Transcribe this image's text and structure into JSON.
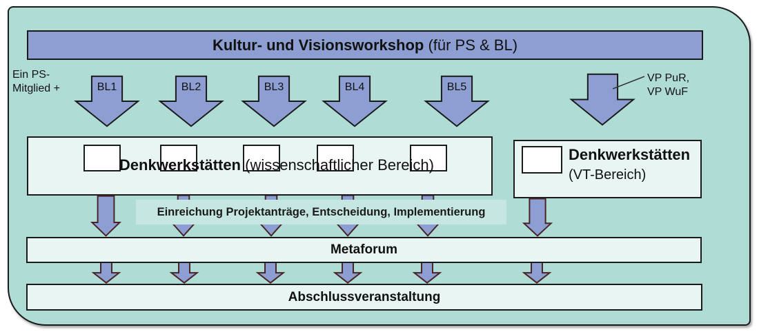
{
  "colors": {
    "frame_bg": "#b0dcd6",
    "accent_blue": "#8d9fd2",
    "light_box": "#e9f5f2",
    "band_bg": "#c6e7e1",
    "stroke_dark": "#1a1a1a",
    "stroke_maroon": "#4a2424"
  },
  "header": {
    "title_bold": "Kultur- und Visionsworkshop",
    "title_rest": " (für PS & BL)"
  },
  "left_annotation": {
    "line1": "Ein PS-",
    "line2": "Mitglied +"
  },
  "right_annotation": {
    "line1": "VP PuR,",
    "line2": "VP WuF"
  },
  "bl_arrows": [
    "BL1",
    "BL2",
    "BL3",
    "BL4",
    "BL5"
  ],
  "box_science": {
    "title_bold": "Denkwerkstätten",
    "title_rest": " (wissenschaftlicher Bereich)"
  },
  "box_vt": {
    "title_bold": "Denkwerkstätten",
    "subtitle": "(VT-Bereich)"
  },
  "process_band": {
    "text": "Einreichung Projektanträge, Entscheidung, Implementierung"
  },
  "metaforum_bar": {
    "label": "Metaforum"
  },
  "final_bar": {
    "label": "Abschlussveranstaltung"
  }
}
